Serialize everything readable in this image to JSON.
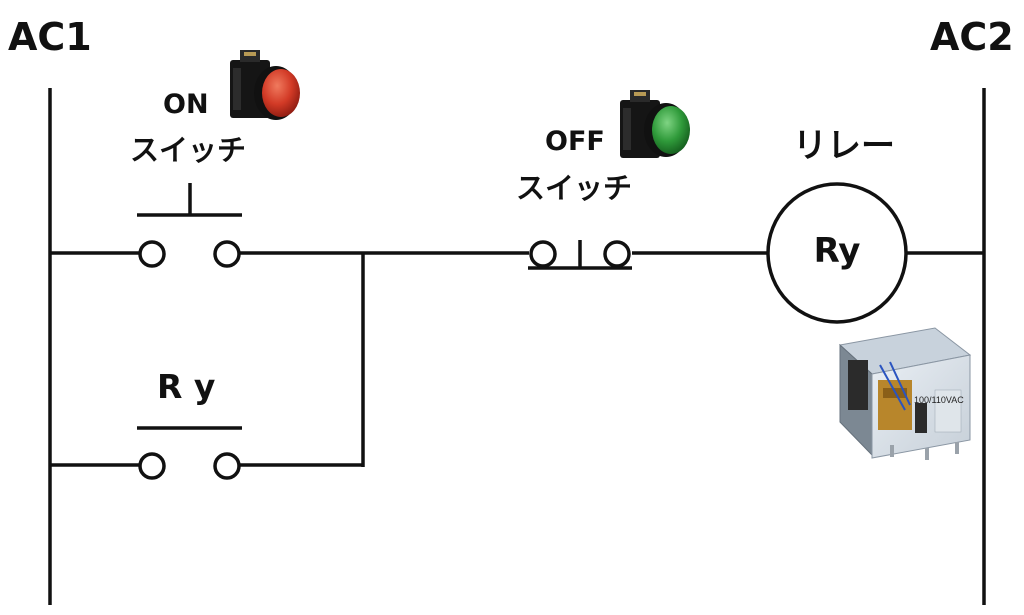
{
  "rails": {
    "left": "AC1",
    "right": "AC2"
  },
  "on_switch": {
    "label_top": "ON",
    "label_bottom": "スイッチ",
    "button_color": "#d23a26"
  },
  "off_switch": {
    "label_top": "OFF",
    "label_bottom": "スイッチ",
    "button_color": "#2f9a3a"
  },
  "relay": {
    "title": "リレー",
    "coil_label": "Ry",
    "module_print": "100/110VAC"
  },
  "holding_contact": {
    "label": "R y"
  }
}
